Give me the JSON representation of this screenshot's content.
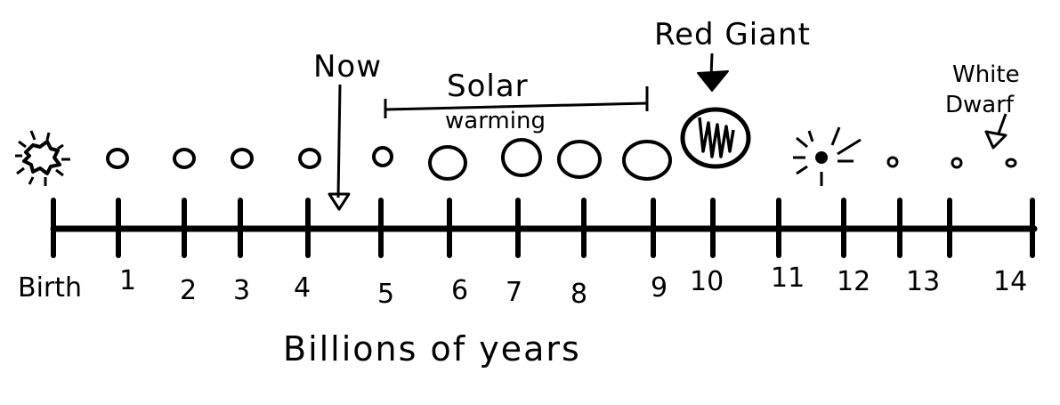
{
  "diagram": {
    "tick_labels": [
      "Birth",
      "1",
      "2",
      "3",
      "4",
      "5",
      "6",
      "7",
      "8",
      "9",
      "10",
      "11",
      "12",
      "13",
      "14"
    ],
    "axis_title": "Billions of years",
    "annotations": {
      "now": "Now",
      "solar_warming_line1": "Solar",
      "solar_warming_line2": "warming",
      "red_giant": "Red Giant",
      "white_dwarf_line1": "White",
      "white_dwarf_line2": "Dwarf"
    },
    "stages": [
      {
        "at": 0,
        "kind": "birth-star"
      },
      {
        "at": 1,
        "kind": "sun-small"
      },
      {
        "at": 2,
        "kind": "sun-small"
      },
      {
        "at": 3,
        "kind": "sun-small"
      },
      {
        "at": 4,
        "kind": "sun-small"
      },
      {
        "at": 5,
        "kind": "sun-small"
      },
      {
        "at": 6,
        "kind": "sun-medium"
      },
      {
        "at": 7,
        "kind": "sun-medium"
      },
      {
        "at": 8,
        "kind": "sun-medium"
      },
      {
        "at": 9,
        "kind": "sun-medium"
      },
      {
        "at": 10,
        "kind": "red-giant"
      },
      {
        "at": 11.6,
        "kind": "collapse-burst"
      },
      {
        "at": 12.8,
        "kind": "white-dwarf"
      },
      {
        "at": 13.7,
        "kind": "white-dwarf"
      },
      {
        "at": 14.7,
        "kind": "white-dwarf"
      }
    ],
    "now_at": 4.4
  }
}
